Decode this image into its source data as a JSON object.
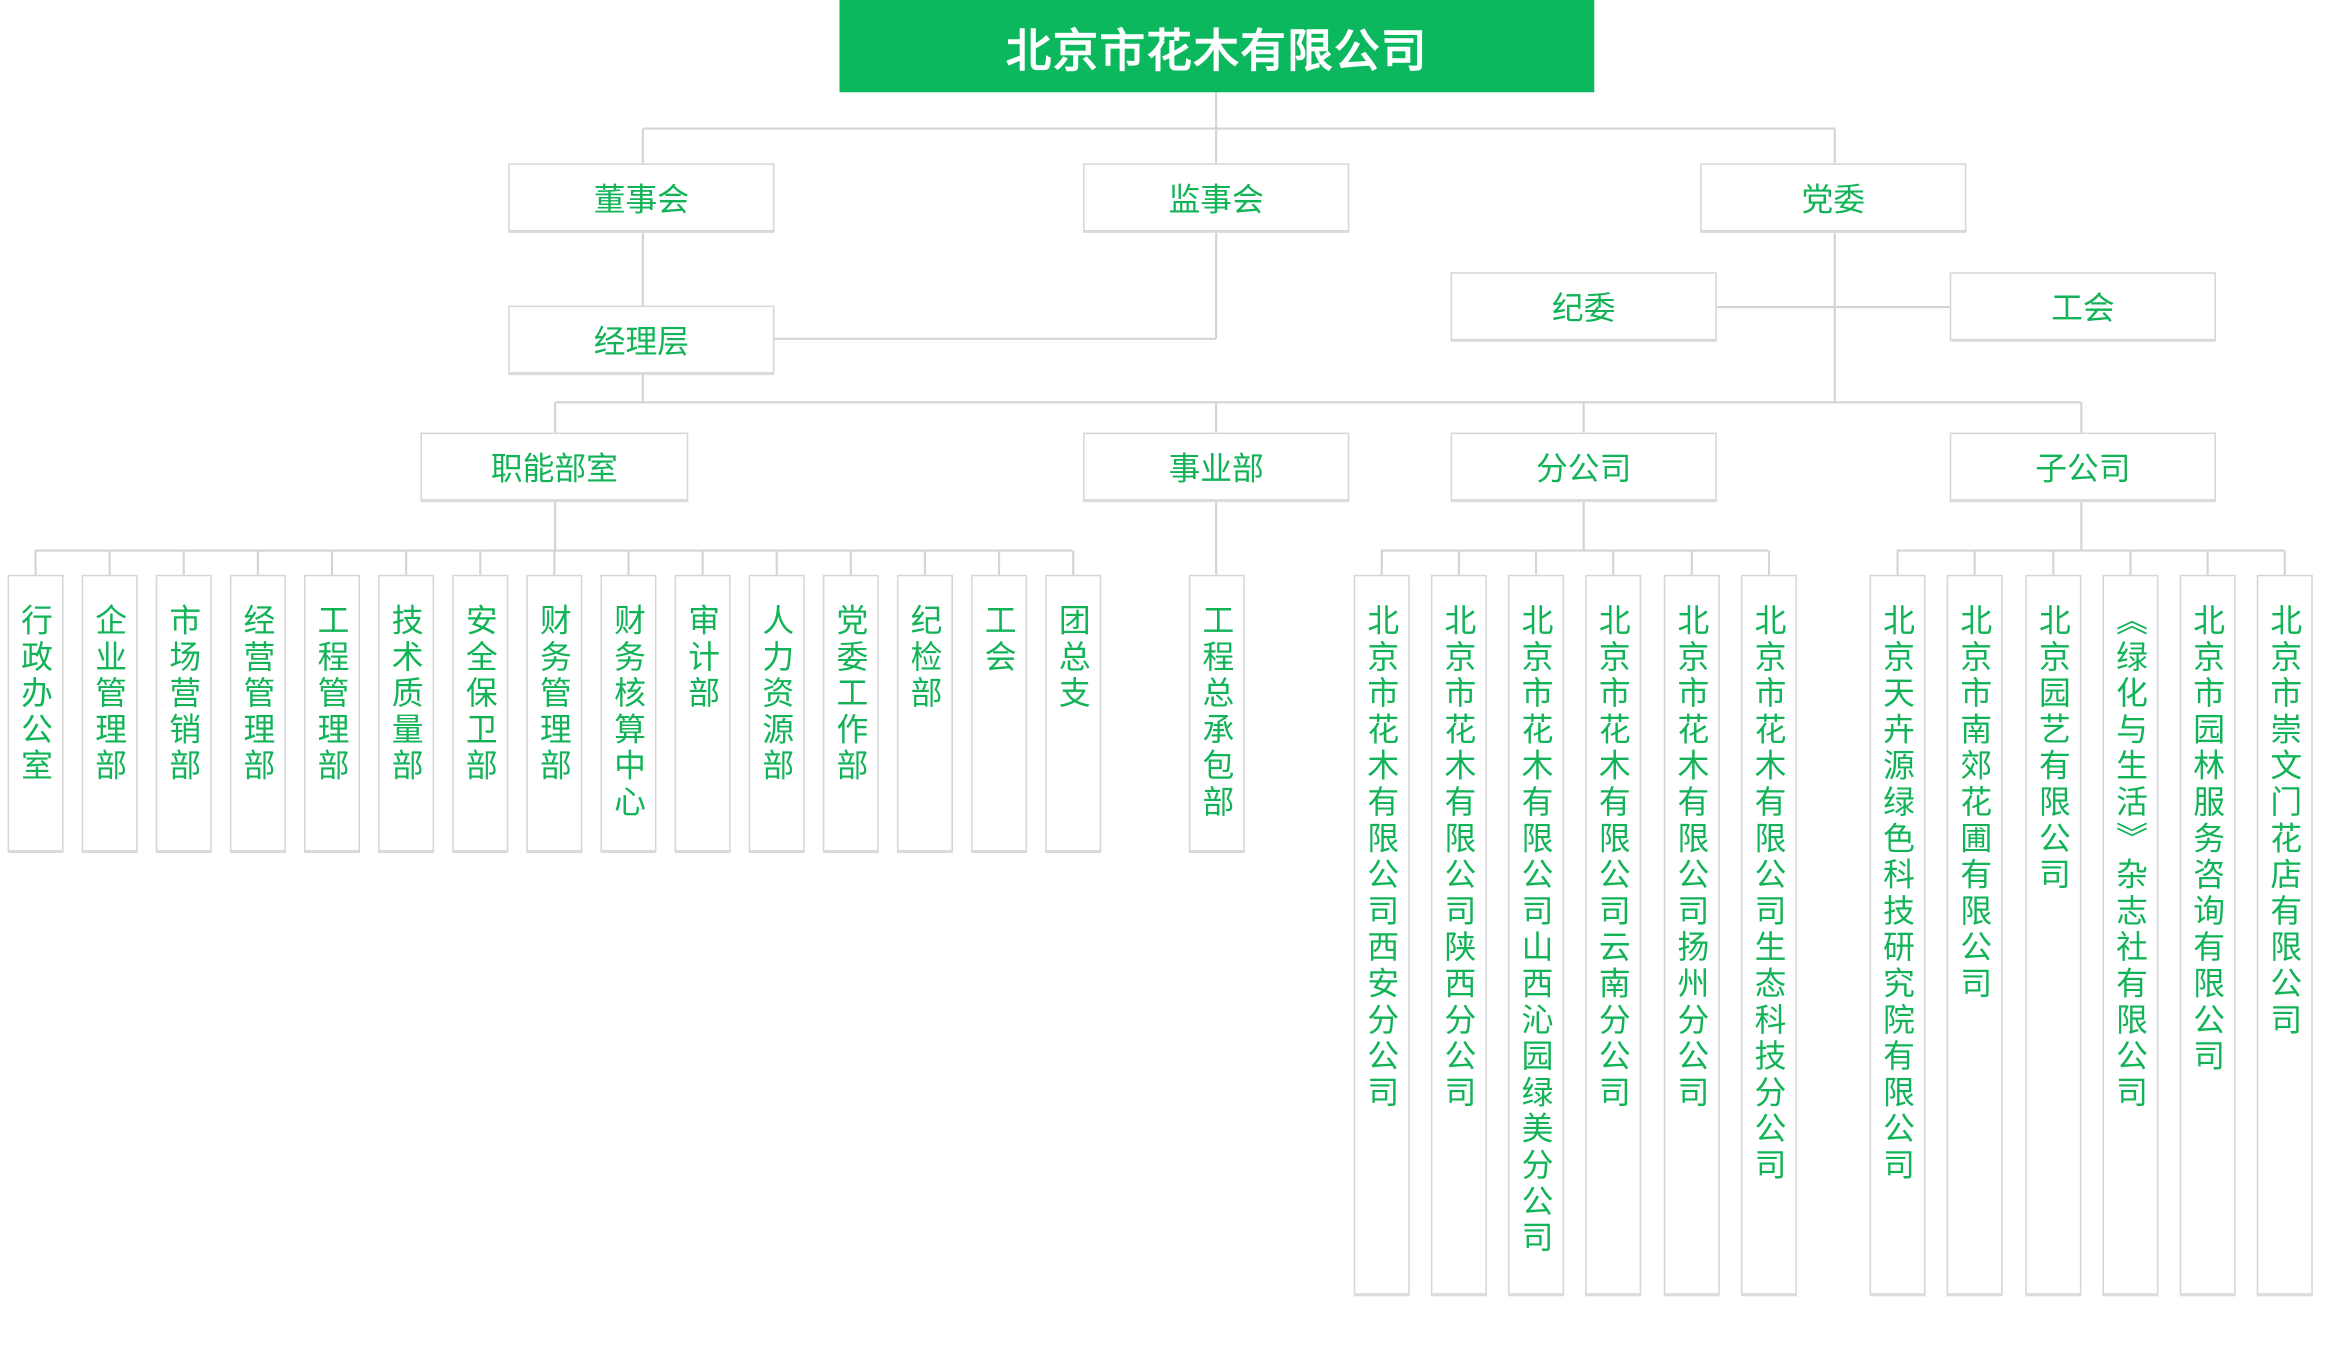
{
  "title": "北京市花木有限公司",
  "colors": {
    "brand": "#0bb85e",
    "text": "#12b357",
    "line": "#d4d4d4"
  },
  "level1": {
    "board": "董事会",
    "supervisors": "监事会",
    "party": "党委"
  },
  "management": "经理层",
  "party_children": {
    "discipline": "纪委",
    "union": "工会"
  },
  "level2": {
    "functional": "职能部室",
    "business": "事业部",
    "branches": "分公司",
    "subsidiaries": "子公司"
  },
  "functional_departments": [
    "行政办公室",
    "企业管理部",
    "市场营销部",
    "经营管理部",
    "工程管理部",
    "技术质量部",
    "安全保卫部",
    "财务管理部",
    "财务核算中心",
    "审计部",
    "人力资源部",
    "党委工作部",
    "纪检部",
    "工会",
    "团总支"
  ],
  "business_units": [
    "工程总承包部"
  ],
  "branch_companies": [
    "北京市花木有限公司西安分公司",
    "北京市花木有限公司陕西分公司",
    "北京市花木有限公司山西沁园绿美分公司",
    "北京市花木有限公司云南分公司",
    "北京市花木有限公司扬州分公司",
    "北京市花木有限公司生态科技分公司"
  ],
  "subsidiary_companies": [
    "北京天卉源绿色科技研究院有限公司",
    "北京市南郊花圃有限公司",
    "北京园艺有限公司",
    "《绿化与生活》杂志社有限公司",
    "北京市园林服务咨询有限公司",
    "北京市崇文门花店有限公司"
  ]
}
